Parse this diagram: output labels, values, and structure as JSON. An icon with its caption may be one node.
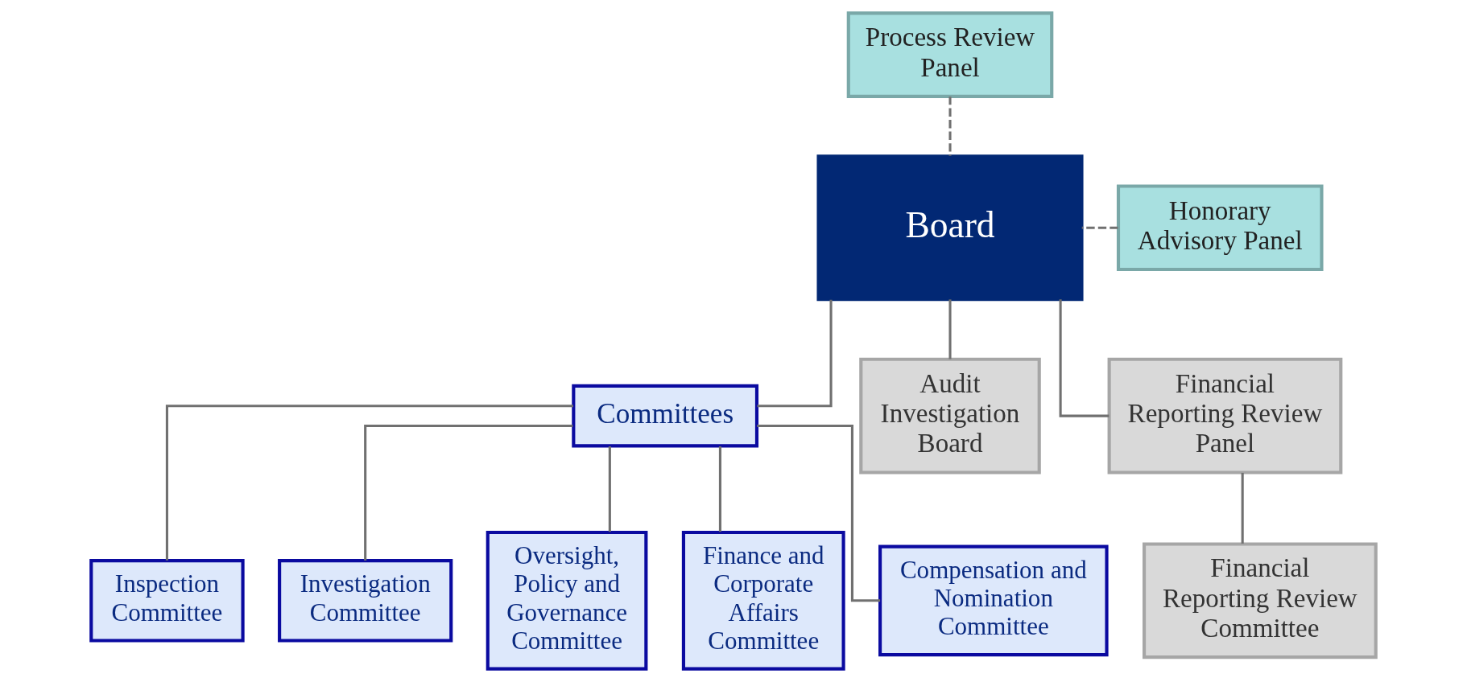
{
  "diagram": {
    "nodes": [
      {
        "text": [
          "Process Review Panel"
        ]
      },
      {
        "text": [
          "Honorary Advisory Panel"
        ]
      },
      {
        "text": [
          "Board"
        ]
      },
      {
        "text": [
          "Committees"
        ]
      },
      {
        "text": [
          "Audit Investigation Board"
        ]
      },
      {
        "text": [
          "Financial Reporting Review Panel"
        ]
      },
      {
        "text": [
          "Inspection Committee"
        ]
      },
      {
        "text": [
          "Investigation Committee"
        ]
      },
      {
        "text": [
          "Oversight, Policy and Governance Committee"
        ]
      },
      {
        "text": [
          "Finance and Corporate Affairs Committee"
        ]
      },
      {
        "text": [
          "Compensation and Nomination Committee"
        ]
      },
      {
        "text": [
          "Financial Reporting Review Committee"
        ]
      }
    ],
    "edges": [
      {
        "from": 0,
        "to": 2,
        "arrow": "none",
        "style": "dashed"
      },
      {
        "from": 1,
        "to": 2,
        "arrow": "none",
        "style": "dashed"
      },
      {
        "from": 2,
        "to": 3,
        "arrow": "none"
      },
      {
        "from": 2,
        "to": 4,
        "arrow": "none"
      },
      {
        "from": 2,
        "to": 5,
        "arrow": "none"
      },
      {
        "from": 3,
        "to": 6,
        "arrow": "none"
      },
      {
        "from": 3,
        "to": 7,
        "arrow": "none"
      },
      {
        "from": 3,
        "to": 8,
        "arrow": "none"
      },
      {
        "from": 3,
        "to": 9,
        "arrow": "none"
      },
      {
        "from": 3,
        "to": 10,
        "arrow": "none"
      },
      {
        "from": 5,
        "to": 11,
        "arrow": "none"
      }
    ]
  }
}
